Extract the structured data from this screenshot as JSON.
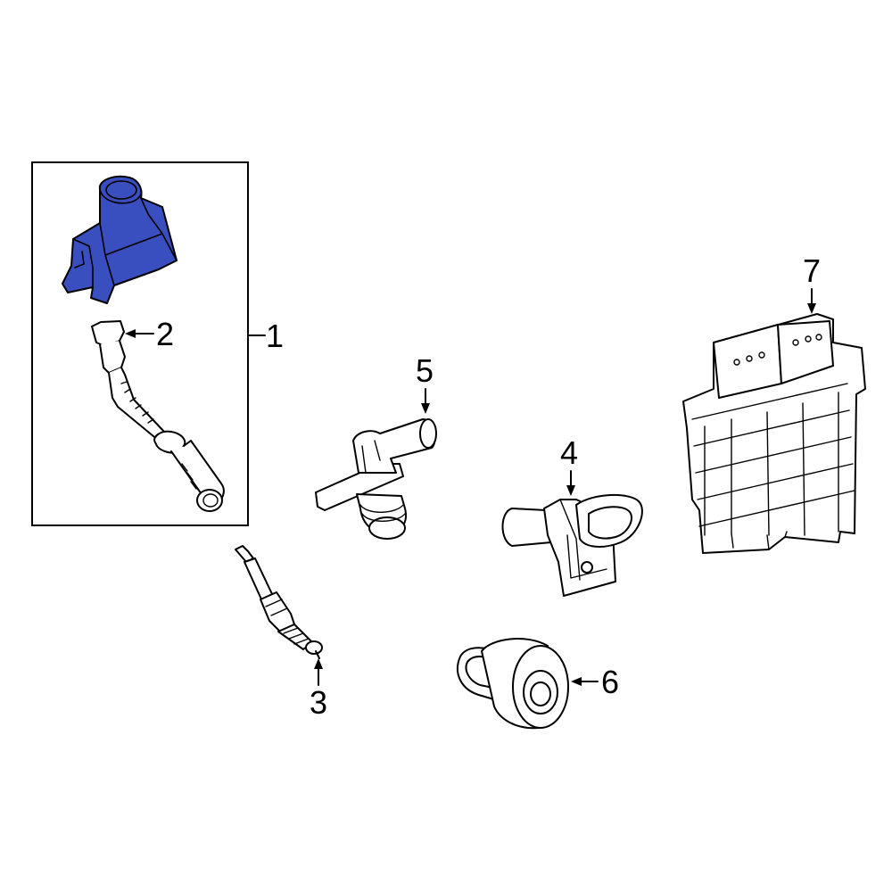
{
  "callouts": [
    {
      "id": "1",
      "label": "1"
    },
    {
      "id": "2",
      "label": "2"
    },
    {
      "id": "3",
      "label": "3"
    },
    {
      "id": "4",
      "label": "4"
    },
    {
      "id": "5",
      "label": "5"
    },
    {
      "id": "6",
      "label": "6"
    },
    {
      "id": "7",
      "label": "7"
    }
  ],
  "highlight_color": "#3a4fbf",
  "outline_color": "#000000",
  "background_color": "#ffffff"
}
